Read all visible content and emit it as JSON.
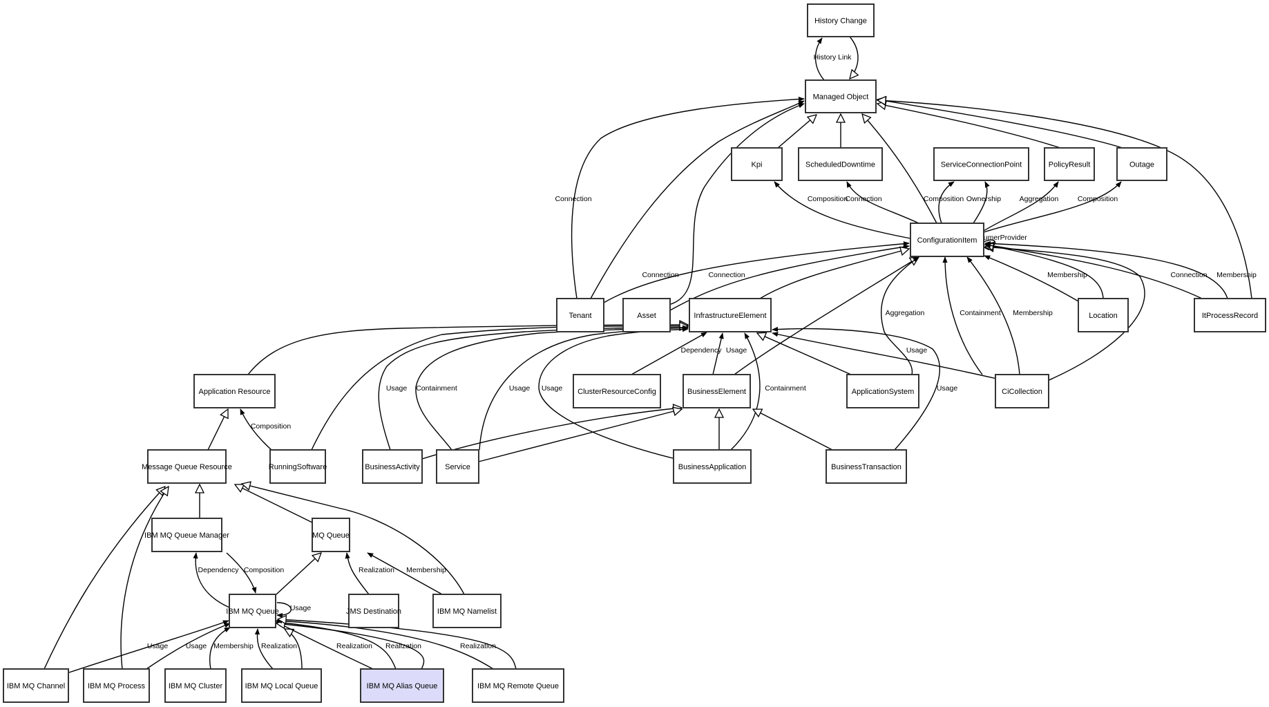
{
  "diagram": {
    "type": "uml-class-diagram",
    "highlight_color": "#dcdcfa",
    "node_fill": "#ffffff",
    "nodes": [
      {
        "id": "history_change",
        "label": "History Change"
      },
      {
        "id": "managed_object",
        "label": "Managed Object"
      },
      {
        "id": "kpi",
        "label": "Kpi"
      },
      {
        "id": "scheduled_downtime",
        "label": "ScheduledDowntime"
      },
      {
        "id": "service_connection_point",
        "label": "ServiceConnectionPoint"
      },
      {
        "id": "policy_result",
        "label": "PolicyResult"
      },
      {
        "id": "outage",
        "label": "Outage"
      },
      {
        "id": "configuration_item",
        "label": "ConfigurationItem"
      },
      {
        "id": "tenant",
        "label": "Tenant"
      },
      {
        "id": "asset",
        "label": "Asset"
      },
      {
        "id": "infrastructure_element",
        "label": "InfrastructureElement"
      },
      {
        "id": "location",
        "label": "Location"
      },
      {
        "id": "it_process_record",
        "label": "ItProcessRecord"
      },
      {
        "id": "application_resource",
        "label": "Application Resource"
      },
      {
        "id": "cluster_resource_config",
        "label": "ClusterResourceConfig"
      },
      {
        "id": "business_element",
        "label": "BusinessElement"
      },
      {
        "id": "application_system",
        "label": "ApplicationSystem"
      },
      {
        "id": "ci_collection",
        "label": "CiCollection"
      },
      {
        "id": "message_queue_resource",
        "label": "Message Queue Resource"
      },
      {
        "id": "running_software",
        "label": "RunningSoftware"
      },
      {
        "id": "business_activity",
        "label": "BusinessActivity"
      },
      {
        "id": "service",
        "label": "Service"
      },
      {
        "id": "business_application",
        "label": "BusinessApplication"
      },
      {
        "id": "business_transaction",
        "label": "BusinessTransaction"
      },
      {
        "id": "ibm_mq_queue_manager",
        "label": "IBM MQ Queue Manager"
      },
      {
        "id": "mq_queue",
        "label": "MQ Queue"
      },
      {
        "id": "ibm_mq_queue",
        "label": "IBM MQ Queue"
      },
      {
        "id": "jms_destination",
        "label": "JMS Destination"
      },
      {
        "id": "ibm_mq_namelist",
        "label": "IBM MQ Namelist"
      },
      {
        "id": "ibm_mq_channel",
        "label": "IBM MQ Channel"
      },
      {
        "id": "ibm_mq_process",
        "label": "IBM MQ Process"
      },
      {
        "id": "ibm_mq_cluster",
        "label": "IBM MQ Cluster"
      },
      {
        "id": "ibm_mq_local_queue",
        "label": "IBM MQ Local Queue"
      },
      {
        "id": "ibm_mq_alias_queue",
        "label": "IBM MQ Alias Queue",
        "highlighted": true
      },
      {
        "id": "ibm_mq_remote_queue",
        "label": "IBM MQ Remote Queue"
      }
    ],
    "edges": [
      {
        "from": "managed_object",
        "to": "history_change",
        "kind": "association",
        "label": "History Link"
      },
      {
        "from": "history_change",
        "to": "managed_object",
        "kind": "generalization",
        "label": ""
      },
      {
        "from": "kpi",
        "to": "managed_object",
        "kind": "generalization",
        "label": ""
      },
      {
        "from": "scheduled_downtime",
        "to": "managed_object",
        "kind": "generalization",
        "label": ""
      },
      {
        "from": "configuration_item",
        "to": "managed_object",
        "kind": "generalization",
        "label": ""
      },
      {
        "from": "policy_result",
        "to": "managed_object",
        "kind": "generalization",
        "label": ""
      },
      {
        "from": "outage",
        "to": "managed_object",
        "kind": "generalization",
        "label": ""
      },
      {
        "from": "it_process_record",
        "to": "managed_object",
        "kind": "generalization",
        "label": ""
      },
      {
        "from": "tenant",
        "to": "managed_object",
        "kind": "association",
        "label": "Connection"
      },
      {
        "from": "tenant",
        "to": "managed_object",
        "kind": "association",
        "label": ""
      },
      {
        "from": "asset",
        "to": "managed_object",
        "kind": "association",
        "label": ""
      },
      {
        "from": "configuration_item",
        "to": "kpi",
        "kind": "association",
        "label": "Composition"
      },
      {
        "from": "configuration_item",
        "to": "scheduled_downtime",
        "kind": "association",
        "label": "Connection"
      },
      {
        "from": "configuration_item",
        "to": "service_connection_point",
        "kind": "association",
        "label": "Composition"
      },
      {
        "from": "configuration_item",
        "to": "service_connection_point",
        "kind": "association",
        "label": "Ownership"
      },
      {
        "from": "configuration_item",
        "to": "policy_result",
        "kind": "association",
        "label": "Aggregation"
      },
      {
        "from": "configuration_item",
        "to": "outage",
        "kind": "association",
        "label": "Composition"
      },
      {
        "from": "configuration_item",
        "to": "configuration_item",
        "kind": "association",
        "label": "ConsumerProvider"
      },
      {
        "from": "tenant",
        "to": "configuration_item",
        "kind": "association",
        "label": "Connection"
      },
      {
        "from": "asset",
        "to": "configuration_item",
        "kind": "association",
        "label": "Connection"
      },
      {
        "from": "infrastructure_element",
        "to": "configuration_item",
        "kind": "generalization",
        "label": ""
      },
      {
        "from": "business_element",
        "to": "configuration_item",
        "kind": "generalization",
        "label": ""
      },
      {
        "from": "application_system",
        "to": "configuration_item",
        "kind": "association",
        "label": "Aggregation"
      },
      {
        "from": "ci_collection",
        "to": "configuration_item",
        "kind": "association",
        "label": "Containment"
      },
      {
        "from": "ci_collection",
        "to": "configuration_item",
        "kind": "association",
        "label": "Membership"
      },
      {
        "from": "ci_collection",
        "to": "configuration_item",
        "kind": "generalization",
        "label": ""
      },
      {
        "from": "location",
        "to": "configuration_item",
        "kind": "association",
        "label": "Membership"
      },
      {
        "from": "location",
        "to": "configuration_item",
        "kind": "generalization",
        "label": ""
      },
      {
        "from": "it_process_record",
        "to": "configuration_item",
        "kind": "association",
        "label": "Connection"
      },
      {
        "from": "it_process_record",
        "to": "configuration_item",
        "kind": "association",
        "label": "Membership"
      },
      {
        "from": "application_resource",
        "to": "infrastructure_element",
        "kind": "generalization",
        "label": ""
      },
      {
        "from": "running_software",
        "to": "infrastructure_element",
        "kind": "generalization",
        "label": ""
      },
      {
        "from": "business_activity",
        "to": "infrastructure_element",
        "kind": "association",
        "label": "Usage"
      },
      {
        "from": "service",
        "to": "infrastructure_element",
        "kind": "association",
        "label": "Containment"
      },
      {
        "from": "service",
        "to": "infrastructure_element",
        "kind": "association",
        "label": "Usage"
      },
      {
        "from": "business_application",
        "to": "infrastructure_element",
        "kind": "association",
        "label": "Usage"
      },
      {
        "from": "cluster_resource_config",
        "to": "infrastructure_element",
        "kind": "association",
        "label": "Dependency"
      },
      {
        "from": "business_element",
        "to": "infrastructure_element",
        "kind": "association",
        "label": "Usage"
      },
      {
        "from": "business_application",
        "to": "infrastructure_element",
        "kind": "association",
        "label": "Containment"
      },
      {
        "from": "application_system",
        "to": "infrastructure_element",
        "kind": "generalization",
        "label": ""
      },
      {
        "from": "ci_collection",
        "to": "infrastructure_element",
        "kind": "association",
        "label": "Usage"
      },
      {
        "from": "business_transaction",
        "to": "infrastructure_element",
        "kind": "association",
        "label": "Usage"
      },
      {
        "from": "business_activity",
        "to": "business_element",
        "kind": "generalization",
        "label": ""
      },
      {
        "from": "service",
        "to": "business_element",
        "kind": "generalization",
        "label": ""
      },
      {
        "from": "business_application",
        "to": "business_element",
        "kind": "generalization",
        "label": ""
      },
      {
        "from": "business_transaction",
        "to": "business_element",
        "kind": "generalization",
        "label": ""
      },
      {
        "from": "message_queue_resource",
        "to": "application_resource",
        "kind": "generalization",
        "label": ""
      },
      {
        "from": "running_software",
        "to": "application_resource",
        "kind": "association",
        "label": "Composition"
      },
      {
        "from": "ibm_mq_queue_manager",
        "to": "message_queue_resource",
        "kind": "generalization",
        "label": ""
      },
      {
        "from": "mq_queue",
        "to": "message_queue_resource",
        "kind": "generalization",
        "label": ""
      },
      {
        "from": "ibm_mq_namelist",
        "to": "message_queue_resource",
        "kind": "generalization",
        "label": ""
      },
      {
        "from": "ibm_mq_channel",
        "to": "message_queue_resource",
        "kind": "generalization",
        "label": ""
      },
      {
        "from": "ibm_mq_process",
        "to": "message_queue_resource",
        "kind": "generalization",
        "label": ""
      },
      {
        "from": "ibm_mq_queue",
        "to": "ibm_mq_queue_manager",
        "kind": "association",
        "label": "Dependency"
      },
      {
        "from": "ibm_mq_queue_manager",
        "to": "ibm_mq_queue",
        "kind": "association",
        "label": "Composition"
      },
      {
        "from": "ibm_mq_queue",
        "to": "mq_queue",
        "kind": "generalization",
        "label": ""
      },
      {
        "from": "jms_destination",
        "to": "mq_queue",
        "kind": "association",
        "label": "Realization"
      },
      {
        "from": "ibm_mq_namelist",
        "to": "mq_queue",
        "kind": "association",
        "label": "Membership"
      },
      {
        "from": "ibm_mq_queue",
        "to": "ibm_mq_queue",
        "kind": "association",
        "label": "Usage"
      },
      {
        "from": "ibm_mq_channel",
        "to": "ibm_mq_queue",
        "kind": "association",
        "label": "Usage"
      },
      {
        "from": "ibm_mq_process",
        "to": "ibm_mq_queue",
        "kind": "association",
        "label": "Usage"
      },
      {
        "from": "ibm_mq_cluster",
        "to": "ibm_mq_queue",
        "kind": "association",
        "label": "Membership"
      },
      {
        "from": "ibm_mq_local_queue",
        "to": "ibm_mq_queue",
        "kind": "association",
        "label": "Realization"
      },
      {
        "from": "ibm_mq_local_queue",
        "to": "ibm_mq_queue",
        "kind": "generalization",
        "label": ""
      },
      {
        "from": "ibm_mq_alias_queue",
        "to": "ibm_mq_queue",
        "kind": "association",
        "label": "Realization"
      },
      {
        "from": "ibm_mq_alias_queue",
        "to": "ibm_mq_queue",
        "kind": "association",
        "label": "Realization"
      },
      {
        "from": "ibm_mq_alias_queue",
        "to": "ibm_mq_queue",
        "kind": "generalization",
        "label": ""
      },
      {
        "from": "ibm_mq_remote_queue",
        "to": "ibm_mq_queue",
        "kind": "association",
        "label": "Realization"
      },
      {
        "from": "ibm_mq_remote_queue",
        "to": "ibm_mq_queue",
        "kind": "generalization",
        "label": ""
      }
    ]
  }
}
